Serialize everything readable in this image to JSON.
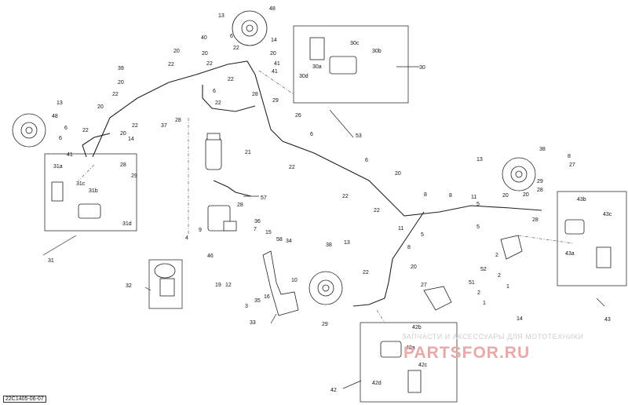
{
  "diagram": {
    "ref_code": "22C1405-06-07",
    "watermark_line1": "ЗАПЧАСТИ И АКСЕССУАРЫ ДЛЯ МОТОТЕХНИКИ",
    "watermark_line2": "PARTSFOR.RU",
    "labels": {
      "l48a": "48",
      "l13a": "13",
      "l6a": "6",
      "l14a": "14",
      "l20a": "20",
      "l40": "40",
      "l22a": "22",
      "l20b": "20",
      "l22b": "22",
      "l22c": "22",
      "l22d": "22",
      "l41a": "41",
      "l6b": "6",
      "l28a": "28",
      "l29a": "29",
      "l26": "26",
      "l39": "39",
      "l20c": "20",
      "l22e": "22",
      "l37": "37",
      "l28b": "28",
      "l20d": "20",
      "l22f": "22",
      "l13b": "13",
      "l48b": "48",
      "l6c": "6",
      "l22g": "22",
      "l20e": "20",
      "l14b": "14",
      "l41b": "41",
      "l28c": "28",
      "l29b": "29",
      "l31a": "31a",
      "l31c": "31c",
      "l31b": "31b",
      "l31d": "31d",
      "l31": "31",
      "l30c": "30c",
      "l30b": "30b",
      "l30a": "30a",
      "l30d": "30d",
      "l30": "30",
      "l21": "21",
      "l57": "57",
      "l28d": "28",
      "l4": "4",
      "l9": "9",
      "l36": "36",
      "l7": "7",
      "l15": "15",
      "l58": "58",
      "l34": "34",
      "l46": "46",
      "l19": "19",
      "l12": "12",
      "l3": "3",
      "l35": "35",
      "l16": "16",
      "l10": "10",
      "l33": "33",
      "l32": "32",
      "l53": "53",
      "l6d": "6",
      "l22h": "22",
      "l6e": "6",
      "l22i": "22",
      "l20f": "20",
      "l22j": "22",
      "l8a": "8",
      "l8b": "8",
      "l11": "11",
      "l5a": "5",
      "l20g": "20",
      "l20h": "20",
      "l22k": "22",
      "l8c": "8",
      "l11b": "11",
      "l5b": "5",
      "l20i": "20",
      "l22l": "22",
      "l27a": "27",
      "l38a": "38",
      "l13c": "13",
      "l29c": "29",
      "l38b": "38",
      "l13d": "13",
      "l8d": "8",
      "l27b": "27",
      "l29d": "29",
      "l28e": "28",
      "l20j": "20",
      "l28f": "28",
      "l2a": "2",
      "l52": "52",
      "l2b": "2",
      "l1a": "1",
      "l14c": "14",
      "l43b": "43b",
      "l43c": "43c",
      "l43a": "43a",
      "l43": "43",
      "l51": "51",
      "l2c": "2",
      "l1b": "1",
      "l42b": "42b",
      "l42a": "42a",
      "l42c": "42c",
      "l42d": "42d",
      "l42": "42"
    }
  }
}
